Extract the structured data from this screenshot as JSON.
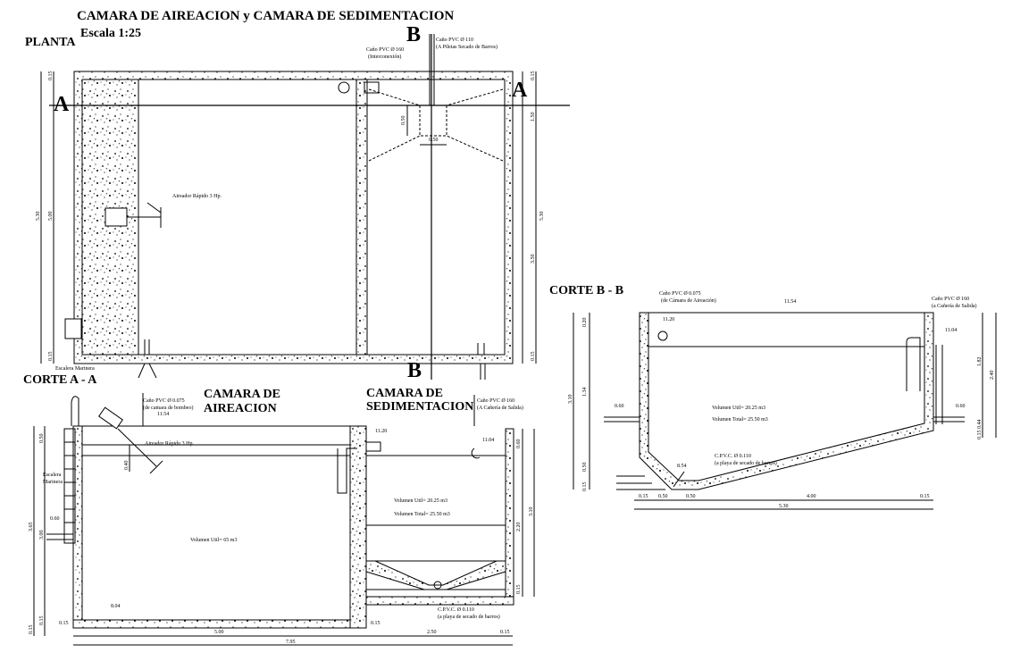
{
  "title": "CAMARA DE AIREACION  y  CAMARA DE SEDIMENTACION",
  "scale": "Escala 1:25",
  "planta": "PLANTA",
  "corte_aa": "CORTE A - A",
  "corte_bb": "CORTE B - B",
  "camara_aireacion": [
    "CAMARA DE",
    "AIREACION"
  ],
  "camara_sedimentacion": [
    "CAMARA DE",
    "SEDIMENTACION"
  ],
  "section_marks": {
    "A": "A",
    "B": "B"
  },
  "plan_labels": {
    "cano_110": [
      "Caño PVC Ø 110",
      "(A Piletas Secado de Barros)"
    ],
    "cano_160": [
      "Caño PVC Ø 160",
      "(Interconexión)"
    ],
    "aireador": "Aireador Rápido 3 Hp.",
    "escalera": "Escalera Marinera",
    "dims_left": [
      "0.15",
      "5.00",
      "5.30",
      "0.15"
    ],
    "dims_right": [
      "0.15",
      "1.50",
      "3.50",
      "5.30",
      "0.15"
    ],
    "dim_050": "0.50",
    "dim_050b": "0.50"
  },
  "corte_aa_labels": {
    "cano_075": [
      "Caño PVC Ø 0.075",
      "(de camara de bombeo)"
    ],
    "cano_160": [
      "Caño PVC Ø 160",
      "(A Cañería de Salida)"
    ],
    "nivel_1154": "11.54",
    "nivel_1120": "11.20",
    "nivel_1104": "11.04",
    "nivel_804": "8.04",
    "aireador": "Aireador Rápido 3 Hp.",
    "escalera": [
      "Escalera",
      "Marinera"
    ],
    "vol_aire": "Volumen Util= 65 m3",
    "vol_sed_util": "Volumen Util= 20.25 m3",
    "vol_sed_total": "Volumen Total= 25.50 m3",
    "cpvc": [
      "C.P.V.C. Ø 0.110",
      "(a playa de secado de barros)"
    ],
    "dim_060": "0.60",
    "dims_left": [
      "0.50",
      "3.65",
      "3.00",
      "0.15",
      "0.15"
    ],
    "dims_bottom": [
      "0.15",
      "5.00",
      "0.15",
      "2.50",
      "0.15",
      "7.95"
    ],
    "dims_right": [
      "0.60",
      "2.20",
      "3.10",
      "0.15"
    ],
    "dim_040": "0.40"
  },
  "corte_bb_labels": {
    "cano_075": [
      "Caño PVC Ø 0.075",
      "(de Cámara de Aireación)"
    ],
    "cano_160": [
      "Caño PVC Ø 160",
      "(a Cañería de Salida)"
    ],
    "nivel_1154": "11.54",
    "nivel_1120": "11.20",
    "nivel_1104": "11.04",
    "nivel_854": "8.54",
    "vol_util": "Volumen Util= 20.25 m3",
    "vol_total": "Volumen Total= 25.50 m3",
    "cpvc": [
      "C.P.V.C. Ø 0.110",
      "(a playa de secado de barros)"
    ],
    "dim_060a": "0.60",
    "dim_060b": "0.60",
    "dims_left": [
      "0.20",
      "1.34",
      "3.10",
      "0.50",
      "0.15"
    ],
    "dims_right": [
      "1.82",
      "2.40",
      "0.44",
      "0.15"
    ],
    "dims_bottom": [
      "0.15",
      "0.50",
      "0.50",
      "4.00",
      "0.15",
      "5.30"
    ]
  }
}
